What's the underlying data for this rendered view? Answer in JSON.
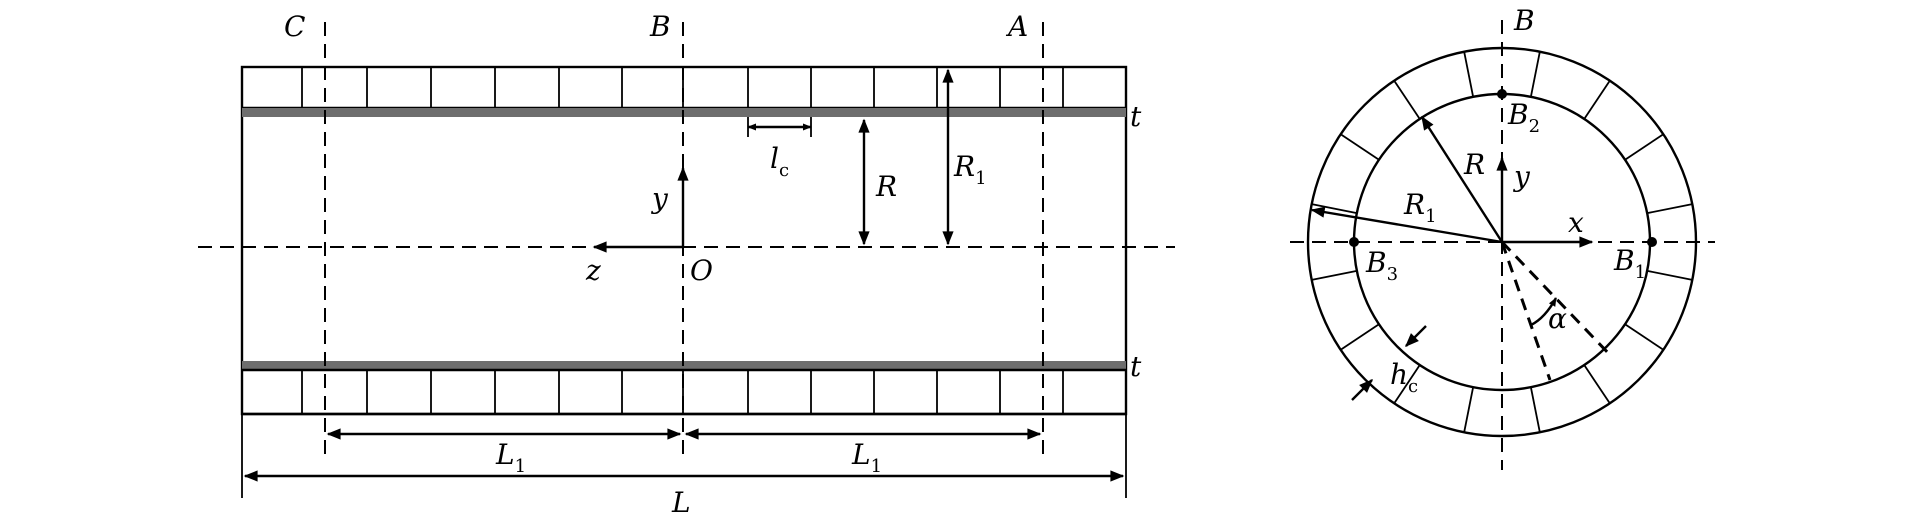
{
  "left_view": {
    "section_labels": {
      "C": "C",
      "B": "B",
      "A": "A"
    },
    "thickness_top": "t",
    "thickness_bottom": "t",
    "cell_length": {
      "main": "l",
      "sub": "c"
    },
    "radius": "R",
    "outer_radius": {
      "main": "R",
      "sub": "1"
    },
    "axis_y": "y",
    "axis_z": "z",
    "origin": "O",
    "half_length_left": {
      "main": "L",
      "sub": "1"
    },
    "half_length_right": {
      "main": "L",
      "sub": "1"
    },
    "total_length": "L"
  },
  "right_view": {
    "section_label": "B",
    "point_b2": {
      "main": "B",
      "sub": "2"
    },
    "point_b1": {
      "main": "B",
      "sub": "1"
    },
    "point_b3": {
      "main": "B",
      "sub": "3"
    },
    "radius": "R",
    "outer_radius": {
      "main": "R",
      "sub": "1"
    },
    "axis_y": "y",
    "axis_x": "x",
    "angle": "α",
    "core_height": {
      "main": "h",
      "sub": "c"
    }
  }
}
